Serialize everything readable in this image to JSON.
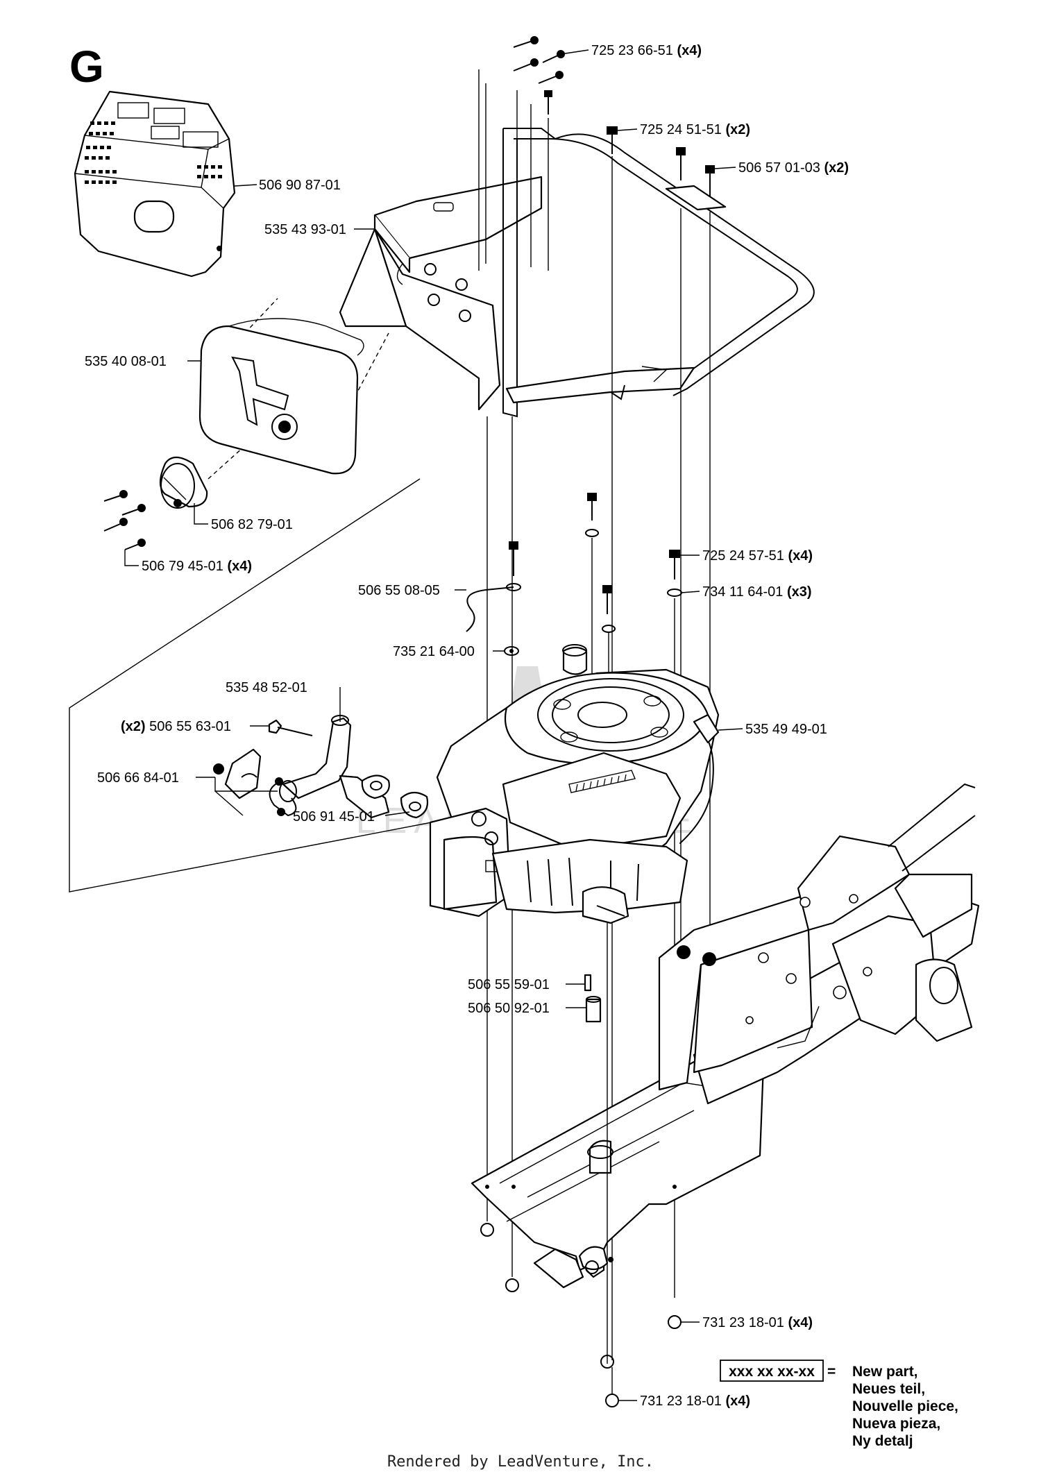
{
  "section_letter": "G",
  "callouts": [
    {
      "id": "c1",
      "number": "725 23 66-51",
      "qty": "(x4)"
    },
    {
      "id": "c2",
      "number": "725 24 51-51",
      "qty": "(x2)"
    },
    {
      "id": "c3",
      "number": "506 57 01-03",
      "qty": "(x2)"
    },
    {
      "id": "c4",
      "number": "506 90 87-01",
      "qty": ""
    },
    {
      "id": "c5",
      "number": "535 43 93-01",
      "qty": ""
    },
    {
      "id": "c6",
      "number": "535 40 08-01",
      "qty": ""
    },
    {
      "id": "c7",
      "number": "506 82 79-01",
      "qty": ""
    },
    {
      "id": "c8",
      "number": "506 79 45-01",
      "qty": "(x4)"
    },
    {
      "id": "c9",
      "number": "725 24 57-51",
      "qty": "(x4)"
    },
    {
      "id": "c10",
      "number": "506 55 08-05",
      "qty": ""
    },
    {
      "id": "c11",
      "number": "734 11 64-01",
      "qty": "(x3)"
    },
    {
      "id": "c12",
      "number": "735 21 64-00",
      "qty": ""
    },
    {
      "id": "c13",
      "number": "535 48 52-01",
      "qty": ""
    },
    {
      "id": "c14",
      "number": "535 49 49-01",
      "qty": ""
    },
    {
      "id": "c15",
      "number": "506 55 63-01",
      "qty": "(x2)"
    },
    {
      "id": "c16",
      "number": "506 66 84-01",
      "qty": ""
    },
    {
      "id": "c17",
      "number": "506 91 45-01",
      "qty": ""
    },
    {
      "id": "c18",
      "number": "506 55 59-01",
      "qty": ""
    },
    {
      "id": "c19",
      "number": "506 50 92-01",
      "qty": ""
    },
    {
      "id": "c20",
      "number": "731 23 18-01",
      "qty": "(x4)"
    },
    {
      "id": "c21",
      "number": "731 23 18-01",
      "qty": "(x4)"
    }
  ],
  "legend": {
    "box_text": "xxx xx xx-xx",
    "equals": "=",
    "lines": [
      "New part,",
      "Neues teil,",
      "Nouvelle piece,",
      "Nueva pieza,",
      "Ny detalj"
    ]
  },
  "watermark": "LEADVENTURE",
  "footer": "Rendered by LeadVenture, Inc."
}
